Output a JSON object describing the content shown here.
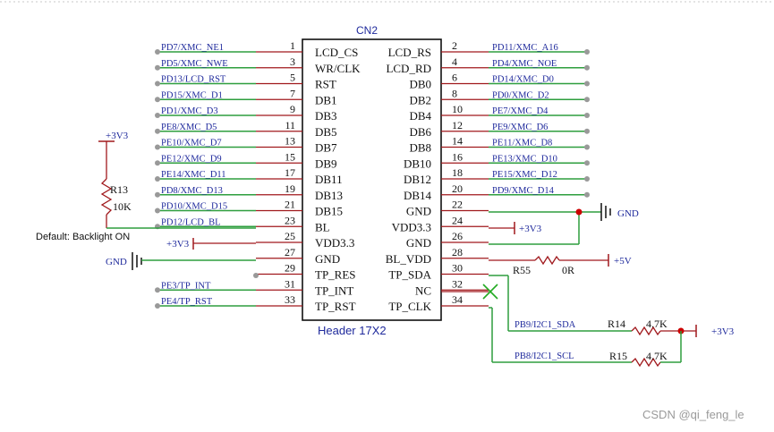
{
  "component": {
    "ref": "CN2",
    "value": "Header 17X2"
  },
  "colors": {
    "wire": "#2e9e3e",
    "pin": "#a0181c",
    "net_label": "#1f2a9c",
    "body": "#111111",
    "junction": "#cc0000",
    "no_connect": "#22aa22"
  },
  "left_pins": [
    {
      "num": "1",
      "name": "LCD_CS",
      "net": "PD7/XMC_NE1"
    },
    {
      "num": "3",
      "name": "WR/CLK",
      "net": "PD5/XMC_NWE"
    },
    {
      "num": "5",
      "name": "RST",
      "net": "PD13/LCD_RST"
    },
    {
      "num": "7",
      "name": "DB1",
      "net": "PD15/XMC_D1"
    },
    {
      "num": "9",
      "name": "DB3",
      "net": "PD1/XMC_D3"
    },
    {
      "num": "11",
      "name": "DB5",
      "net": "PE8/XMC_D5"
    },
    {
      "num": "13",
      "name": "DB7",
      "net": "PE10/XMC_D7"
    },
    {
      "num": "15",
      "name": "DB9",
      "net": "PE12/XMC_D9"
    },
    {
      "num": "17",
      "name": "DB11",
      "net": "PE14/XMC_D11"
    },
    {
      "num": "19",
      "name": "DB13",
      "net": "PD8/XMC_D13"
    },
    {
      "num": "21",
      "name": "DB15",
      "net": "PD10/XMC_D15"
    },
    {
      "num": "23",
      "name": "BL",
      "net": "PD12/LCD_BL"
    },
    {
      "num": "25",
      "name": "VDD3.3",
      "net": ""
    },
    {
      "num": "27",
      "name": "GND",
      "net": ""
    },
    {
      "num": "29",
      "name": "TP_RES",
      "net": ""
    },
    {
      "num": "31",
      "name": "TP_INT",
      "net": "PE3/TP_INT"
    },
    {
      "num": "33",
      "name": "TP_RST",
      "net": "PE4/TP_RST"
    }
  ],
  "right_pins": [
    {
      "num": "2",
      "name": "LCD_RS",
      "net": "PD11/XMC_A16"
    },
    {
      "num": "4",
      "name": "LCD_RD",
      "net": "PD4/XMC_NOE"
    },
    {
      "num": "6",
      "name": "DB0",
      "net": "PD14/XMC_D0"
    },
    {
      "num": "8",
      "name": "DB2",
      "net": "PD0/XMC_D2"
    },
    {
      "num": "10",
      "name": "DB4",
      "net": "PE7/XMC_D4"
    },
    {
      "num": "12",
      "name": "DB6",
      "net": "PE9/XMC_D6"
    },
    {
      "num": "14",
      "name": "DB8",
      "net": "PE11/XMC_D8"
    },
    {
      "num": "16",
      "name": "DB10",
      "net": "PE13/XMC_D10"
    },
    {
      "num": "18",
      "name": "DB12",
      "net": "PE15/XMC_D12"
    },
    {
      "num": "20",
      "name": "DB14",
      "net": "PD9/XMC_D14"
    },
    {
      "num": "22",
      "name": "GND",
      "net": ""
    },
    {
      "num": "24",
      "name": "VDD3.3",
      "net": ""
    },
    {
      "num": "26",
      "name": "GND",
      "net": ""
    },
    {
      "num": "28",
      "name": "BL_VDD",
      "net": ""
    },
    {
      "num": "30",
      "name": "TP_SDA",
      "net": ""
    },
    {
      "num": "32",
      "name": "NC",
      "net": ""
    },
    {
      "num": "34",
      "name": "TP_CLK",
      "net": ""
    }
  ],
  "power": {
    "v3v3_top": "+3V3",
    "v3v3_pin25": "+3V3",
    "gnd_left": "GND",
    "gnd_right": "GND",
    "v3v3_pin24": "+3V3",
    "v5": "+5V",
    "v3v3_i2c": "+3V3"
  },
  "resistors": {
    "r13": {
      "ref": "R13",
      "value": "10K"
    },
    "r55": {
      "ref": "R55",
      "value": "0R"
    },
    "r14": {
      "ref": "R14",
      "value": "4.7K"
    },
    "r15": {
      "ref": "R15",
      "value": "4.7K"
    }
  },
  "nets": {
    "sda": "PB9/I2C1_SDA",
    "scl": "PB8/I2C1_SCL"
  },
  "note": "Default: Backlight ON",
  "watermark": "CSDN @qi_feng_le"
}
